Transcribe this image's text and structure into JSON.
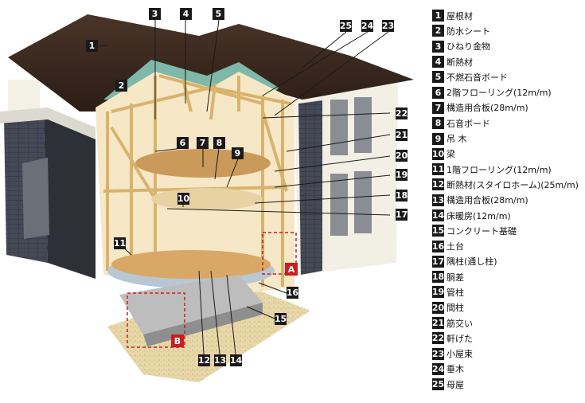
{
  "legend": [
    {
      "num": "1",
      "label": "屋根材"
    },
    {
      "num": "2",
      "label": "防水シート"
    },
    {
      "num": "3",
      "label": "ひねり金物"
    },
    {
      "num": "4",
      "label": "断熱材"
    },
    {
      "num": "5",
      "label": "不燃石音ボード"
    },
    {
      "num": "6",
      "label": "2階フローリング(12m/m)"
    },
    {
      "num": "7",
      "label": "構造用合板(28m/m)"
    },
    {
      "num": "8",
      "label": "石音ボード"
    },
    {
      "num": "9",
      "label": "吊 木"
    },
    {
      "num": "10",
      "label": "梁"
    },
    {
      "num": "11",
      "label": "1階フローリング(12m/m)"
    },
    {
      "num": "12",
      "label": "断熱材(スタイロホーム)(25m/m)"
    },
    {
      "num": "13",
      "label": "構造用合板(28m/m)"
    },
    {
      "num": "14",
      "label": "床暖房(12m/m)"
    },
    {
      "num": "15",
      "label": "コンクリート基礎"
    },
    {
      "num": "16",
      "label": "土台"
    },
    {
      "num": "17",
      "label": "隅柱(通し柱)"
    },
    {
      "num": "18",
      "label": "胴差"
    },
    {
      "num": "19",
      "label": "管柱"
    },
    {
      "num": "20",
      "label": "間柱"
    },
    {
      "num": "21",
      "label": "筋交い"
    },
    {
      "num": "22",
      "label": "軒げた"
    },
    {
      "num": "23",
      "label": "小屋束"
    },
    {
      "num": "24",
      "label": "垂木"
    },
    {
      "num": "25",
      "label": "母屋"
    }
  ],
  "detail_markers": {
    "a": "A",
    "b": "B"
  },
  "colors": {
    "roof": "#3d2a20",
    "timber": "#e8c98a",
    "wall_dark": "#3a3c46",
    "wall_light": "#f2efe4",
    "sheet": "#7fb8a8",
    "badge": "#1a1a1a",
    "marker": "#c81e1e"
  }
}
